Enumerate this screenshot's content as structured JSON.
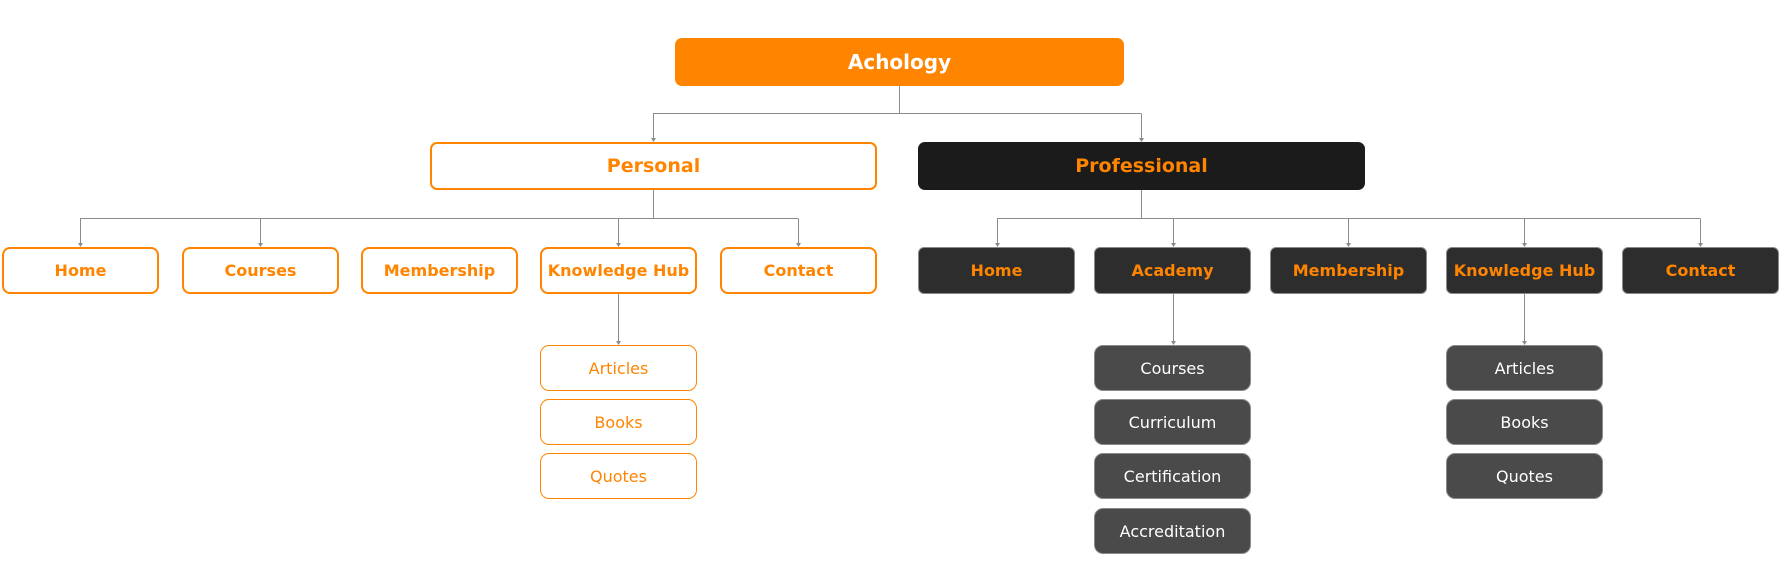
{
  "root": {
    "label": "Achology"
  },
  "personal": {
    "label": "Personal",
    "items": [
      {
        "label": "Home"
      },
      {
        "label": "Courses"
      },
      {
        "label": "Membership"
      },
      {
        "label": "Knowledge Hub",
        "children": [
          "Articles",
          "Books",
          "Quotes"
        ]
      },
      {
        "label": "Contact"
      }
    ]
  },
  "professional": {
    "label": "Professional",
    "items": [
      {
        "label": "Home"
      },
      {
        "label": "Academy",
        "children": [
          "Courses",
          "Curriculum",
          "Certification",
          "Accreditation"
        ]
      },
      {
        "label": "Membership"
      },
      {
        "label": "Knowledge Hub",
        "children": [
          "Articles",
          "Books",
          "Quotes"
        ]
      },
      {
        "label": "Contact"
      }
    ]
  },
  "colors": {
    "accent": "#ff8400",
    "dark": "#1b1b1b",
    "dark_node": "#2d2d2d",
    "dark_leaf": "#4a4a4a",
    "connector": "#8a8a8a"
  }
}
